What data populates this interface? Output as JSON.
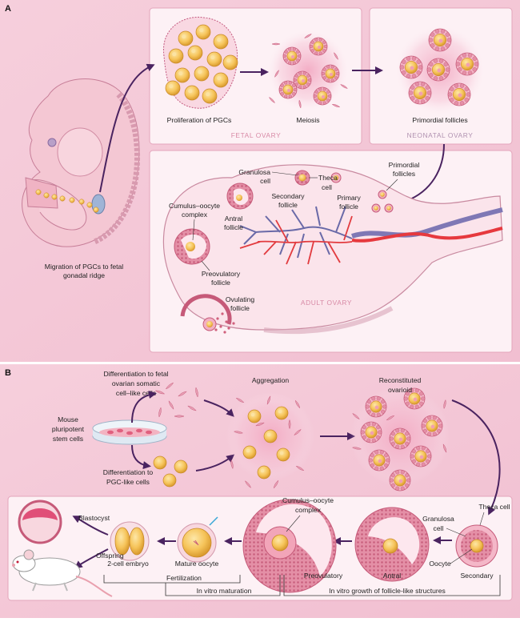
{
  "panel_a": {
    "letter": "A",
    "labels": {
      "proliferation": "Proliferation of PGCs",
      "meiosis": "Meiosis",
      "fetal_ovary": "FETAL OVARY",
      "primordial_follicles_top": "Primordial follicles",
      "neonatal_ovary": "NEONATAL OVARY",
      "migration_line1": "Migration of PGCs to fetal",
      "migration_line2": "gonadal ridge",
      "granulosa_line1": "Granulosa",
      "granulosa_line2": "cell",
      "theca_line1": "Theca",
      "theca_line2": "cell",
      "primordial_line1": "Primordial",
      "primordial_line2": "follicles",
      "cumulus_line1": "Cumulus–oocyte",
      "cumulus_line2": "complex",
      "antral_line1": "Antral",
      "antral_line2": "follicle",
      "secondary_line1": "Secondary",
      "secondary_line2": "follicle",
      "primary_line1": "Primary",
      "primary_line2": "follicle",
      "preovulatory_line1": "Preovulatory",
      "preovulatory_line2": "follicle",
      "ovulating_line1": "Ovulating",
      "ovulating_line2": "follicle",
      "adult_ovary": "ADULT OVARY"
    }
  },
  "panel_b": {
    "letter": "B",
    "labels": {
      "diff_fetal_line1": "Differentiation to fetal",
      "diff_fetal_line2": "ovarian somatic",
      "diff_fetal_line3": "cell–like cells",
      "mouse_line1": "Mouse",
      "mouse_line2": "pluripotent",
      "mouse_line3": "stem cells",
      "diff_pgc_line1": "Differentiation to",
      "diff_pgc_line2": "PGC-like cells",
      "aggregation": "Aggregation",
      "reconstituted_line1": "Reconstituted",
      "reconstituted_line2": "ovarioid",
      "blastocyst": "Blastocyst",
      "offspring": "Offspring",
      "two_cell": "2-cell embryo",
      "mature_oocyte": "Mature oocyte",
      "fertilization": "Fertilization",
      "in_vitro_maturation": "In vitro maturation",
      "cumulus_line1": "Cumulus–oocyte",
      "cumulus_line2": "complex",
      "preovulatory": "Preovulatory",
      "antral": "Antral",
      "theca_cell": "Theca cell",
      "granulosa_line1": "Granulosa",
      "granulosa_line2": "cell",
      "oocyte": "Oocyte",
      "secondary": "Secondary",
      "in_vitro_growth": "In vitro growth of follicle-like structures"
    }
  },
  "colors": {
    "arrow": "#4a2360",
    "panel_bg": "#f3c6d6",
    "box_bg": "#fdf1f5",
    "oocyte": "#f6c45a",
    "granulosa": "#e7a0b3",
    "vein": "#6a6aa8",
    "artery": "#e23b3f",
    "ovary_caption": "#d88aa6",
    "neonatal_caption": "#b091b0"
  }
}
